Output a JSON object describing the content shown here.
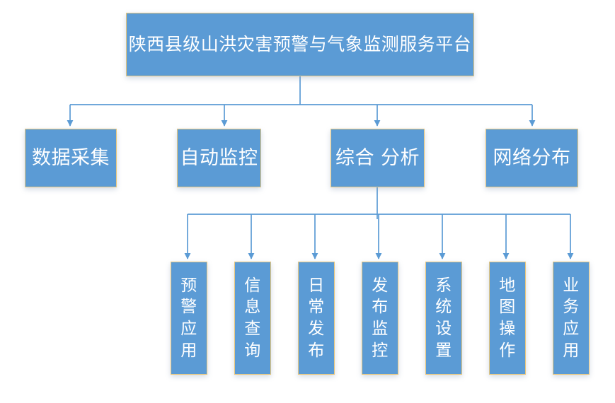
{
  "diagram": {
    "type": "organization-hierarchy-tree",
    "background_color": "#ffffff",
    "node_fill_color": "#5b9bd5",
    "node_border_color": "#e8c77e",
    "node_text_color": "#ffffff",
    "connector_color": "#5b9bd5",
    "root": {
      "label": "陕西县级山洪灾害预警与气象监测服务平台"
    },
    "level2": [
      {
        "label": "数据采集"
      },
      {
        "label": "自动监控"
      },
      {
        "label": "综合 分析"
      },
      {
        "label": "网络分布"
      }
    ],
    "level3": [
      {
        "label": "预\n警\n应\n用"
      },
      {
        "label": "信\n息\n查\n询"
      },
      {
        "label": "日\n常\n发\n布"
      },
      {
        "label": "发\n布\n监\n控"
      },
      {
        "label": "系\n统\n设\n置"
      },
      {
        "label": "地\n图\n操\n作"
      },
      {
        "label": "业\n务\n应\n用"
      }
    ]
  }
}
